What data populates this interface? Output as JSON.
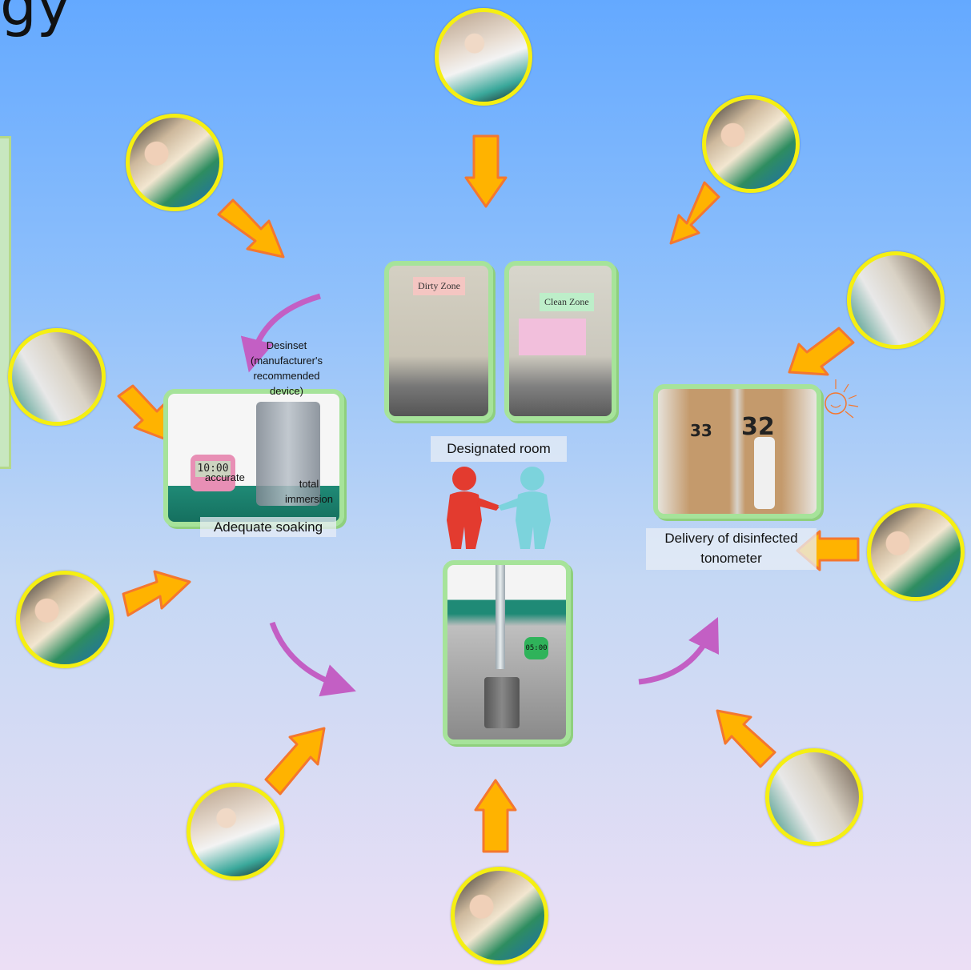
{
  "title_fragment": "gy",
  "steps": {
    "soak": {
      "label": "Adequate soaking",
      "device_note": "Desinset (manufacturer's recommended device)",
      "note_accurate": "accurate",
      "note_immersion": "total immersion",
      "timer_display": "10:00"
    },
    "room": {
      "label": "Designated room",
      "dirty_sign": "Dirty Zone",
      "clean_sign": "Clean Zone"
    },
    "delivery": {
      "label": "Delivery of disinfected tonometer",
      "room_a": "33",
      "room_b": "32"
    },
    "rinse": {
      "timer_display": "05:00"
    }
  },
  "colors": {
    "arrow_fill": "#ffb300",
    "arrow_stroke": "#f4772f",
    "curve": "#c35fc4",
    "circle_border": "#f5ef12",
    "frame": "#a6e39a"
  }
}
